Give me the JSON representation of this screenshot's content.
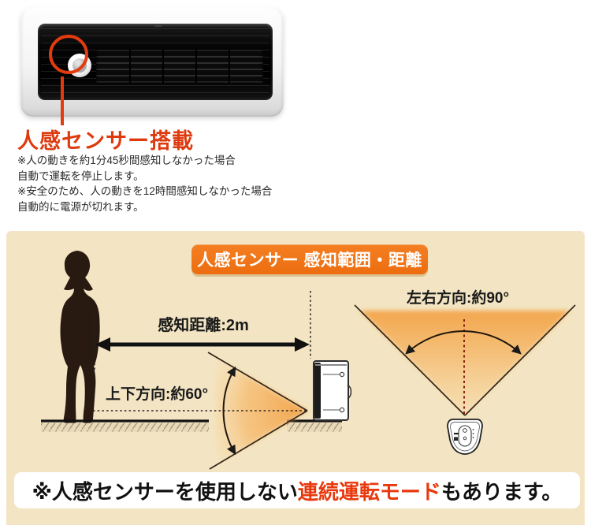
{
  "sensor_section": {
    "title": "人感センサー搭載",
    "notes": [
      "※人の動きを約1分45秒間感知しなかった場合",
      "自動で運転を停止します。",
      "※安全のため、人の動きを12時間感知しなかった場合",
      "自動的に電源が切れます。"
    ]
  },
  "diagram": {
    "badge_label": "人感センサー 感知範囲・距離",
    "distance_label": "感知距離:2m",
    "vertical_angle_label": "上下方向:約60°",
    "horizontal_angle_label": "左右方向:約90°"
  },
  "footer_note": {
    "prefix": "※人感センサーを使用しない",
    "highlight": "連続運転モード",
    "suffix": "もあります。"
  },
  "colors": {
    "accent_orange": "#ee7118",
    "accent_red": "#dd3a0e",
    "highlight_red": "#e8380d",
    "panel_beige": "#f3e5c3",
    "cone_orange": "#f4a54c"
  }
}
